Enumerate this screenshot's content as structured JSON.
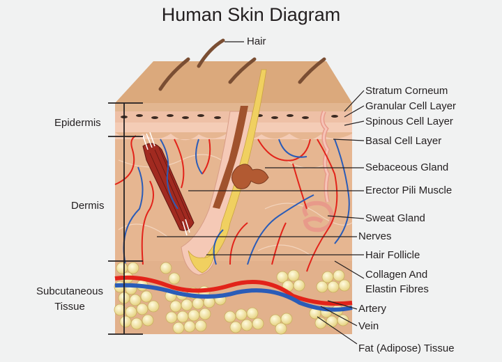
{
  "title": "Human Skin Diagram",
  "labels": {
    "hair": "Hair",
    "epidermis": "Epidermis",
    "dermis": "Dermis",
    "subcutaneous_line1": "Subcutaneous",
    "subcutaneous_line2": "Tissue",
    "stratum_corneum": "Stratum Corneum",
    "granular_cell_layer": "Granular Cell Layer",
    "spinous_cell_layer": "Spinous Cell Layer",
    "basal_cell_layer": "Basal Cell Layer",
    "sebaceous_gland": "Sebaceous Gland",
    "erector_pili_muscle": "Erector Pili Muscle",
    "sweat_gland": "Sweat Gland",
    "nerves": "Nerves",
    "hair_follicle": "Hair Follicle",
    "collagen_line1": "Collagen And",
    "collagen_line2": "Elastin Fibres",
    "artery": "Artery",
    "vein": "Vein",
    "fat_tissue": "Fat (Adipose) Tissue"
  },
  "colors": {
    "background": "#f1f2f2",
    "skin_top": "#d9a679",
    "epidermis": "#f0c3ab",
    "dermis": "#e8b995",
    "fat": "#f3e6a0",
    "artery": "#e2231a",
    "vein": "#2a5cb8",
    "hair": "#8a5a3a",
    "follicle": "#e8c64a"
  }
}
